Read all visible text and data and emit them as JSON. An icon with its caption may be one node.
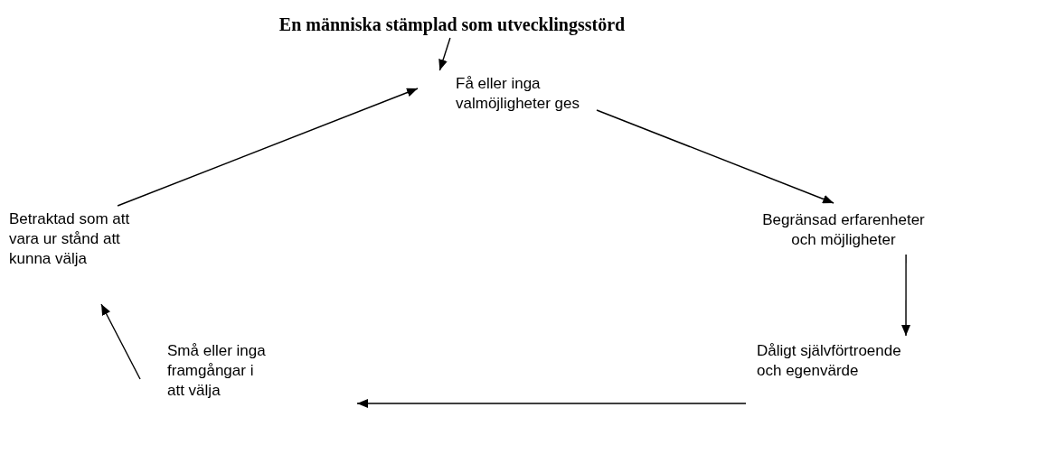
{
  "diagram": {
    "nodes": [
      {
        "text": [
          "En människa stämplad som utvecklingsstörd"
        ]
      },
      {
        "text": [
          "Få eller inga valmöjligheter ges"
        ]
      },
      {
        "text": [
          "Begränsad erfarenheter och möjligheter"
        ]
      },
      {
        "text": [
          "Dåligt självförtroende och egenvärde"
        ]
      },
      {
        "text": [
          "Små eller inga framgångar i att välja"
        ]
      },
      {
        "text": [
          "Betraktad som att vara ur stånd att kunna välja"
        ]
      }
    ],
    "edges": [
      {
        "from": 0,
        "to": 1,
        "arrow": "to"
      },
      {
        "from": 1,
        "to": 2,
        "arrow": "to"
      },
      {
        "from": 2,
        "to": 3,
        "arrow": "to"
      },
      {
        "from": 3,
        "to": 4,
        "arrow": "to"
      },
      {
        "from": 4,
        "to": 5,
        "arrow": "to"
      },
      {
        "from": 5,
        "to": 1,
        "arrow": "to"
      }
    ]
  }
}
